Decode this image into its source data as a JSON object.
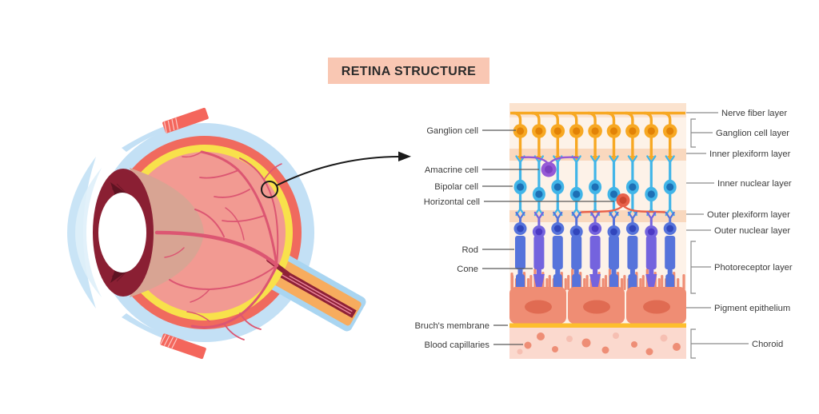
{
  "title": "RETINA STRUCTURE",
  "labels": {
    "left": [
      {
        "text": "Ganglion cell"
      },
      {
        "text": "Amacrine cell"
      },
      {
        "text": "Bipolar cell"
      },
      {
        "text": "Horizontal cell"
      },
      {
        "text": "Rod"
      },
      {
        "text": "Cone"
      },
      {
        "text": "Bruch's membrane"
      },
      {
        "text": "Blood capillaries"
      }
    ],
    "right": [
      {
        "text": "Nerve fiber layer"
      },
      {
        "text": "Ganglion cell layer"
      },
      {
        "text": "Inner plexiform layer"
      },
      {
        "text": "Inner nuclear layer"
      },
      {
        "text": "Outer plexiform layer"
      },
      {
        "text": "Outer nuclear layer"
      },
      {
        "text": "Photoreceptor layer"
      },
      {
        "text": "Pigment epithelium"
      },
      {
        "text": "Choroid"
      }
    ]
  },
  "retina_columns": [
    "rod",
    "cone",
    "rod",
    "rod",
    "cone",
    "rod",
    "rod",
    "cone",
    "rod"
  ],
  "diagram_colors": {
    "title_bg": "#F9C7B3",
    "diagram_bg": "#FDF2E8",
    "band": "#F9D8BE",
    "top_band": "#FBE3CF",
    "ganglion": "#F7A823",
    "ganglion_nucleus": "#E28207",
    "bipolar": "#41B5E8",
    "bipolar_nucleus": "#1D6FB5",
    "amacrine": "#9559D6",
    "amacrine_nucleus": "#7B3FC0",
    "horizontal": "#E8604A",
    "horizontal_nucleus": "#CC4630",
    "rod": "#5673DB",
    "rod_nucleus": "#3146BC",
    "cone": "#7463DE",
    "cone_nucleus": "#4C38C4",
    "pigment": "#EF8D74",
    "pigment_nucleus": "#E06B52",
    "bruchs": "#FDBE2E",
    "choroid_bg": "#FBD9CE",
    "capillary_dark": "#EE8E76",
    "capillary_light": "#F6BFB2",
    "sclera_blue": "#C3E0F5",
    "eye_red": "#F06A5E",
    "eye_yellow": "#F8E14B",
    "eye_pink": "#F29A92",
    "vessel": "#DC5672"
  }
}
